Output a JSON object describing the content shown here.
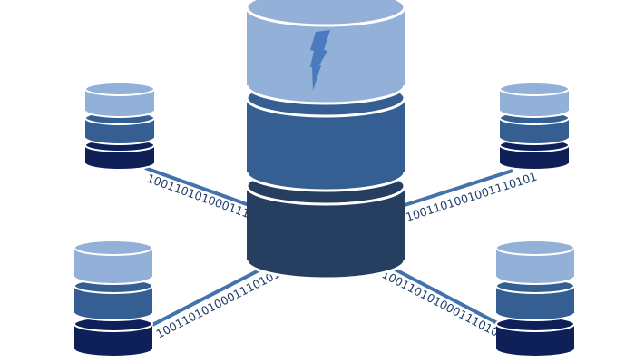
{
  "colors": {
    "light": "#92B0D8",
    "mid": "#355E93",
    "dark": "#263F60",
    "darkest": "#0F1F58",
    "link": "#4472AD",
    "outline": "#FFFFFF",
    "text": "#1F3C6A",
    "bolt": "#4A7BBF"
  },
  "icons": {
    "central_bolt": "lightning-bolt-icon",
    "node": "database-cylinder-icon"
  },
  "links": {
    "top_left": "1001101010001110101",
    "top_right": "1001101001001110101",
    "bottom_left": "1001101010001110101",
    "bottom_right": "1001101010001110101"
  }
}
